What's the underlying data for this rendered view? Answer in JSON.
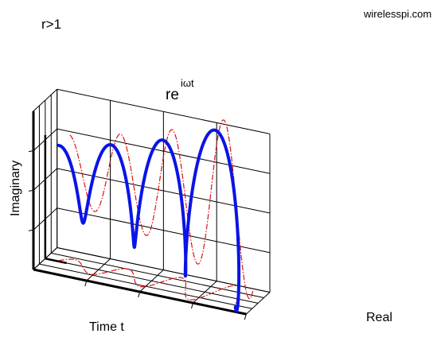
{
  "watermark": "wirelesspi.com",
  "chart_data": {
    "type": "line",
    "title": "r>1",
    "annotation": {
      "base": "re",
      "exponent": "iωt"
    },
    "xlabel": "Time t",
    "ylabel": "Imaginary",
    "zlabel": "Real",
    "grid": true,
    "box": "3d",
    "colors": {
      "helix": "#0a14e6",
      "projection": "#dd1111"
    },
    "series": [],
    "helix_params": {
      "t_range": [
        0,
        3.55
      ],
      "turns_per_unit_t": 1,
      "r_start": 0.35,
      "r_end": 1.0,
      "growth": "exponential"
    }
  }
}
